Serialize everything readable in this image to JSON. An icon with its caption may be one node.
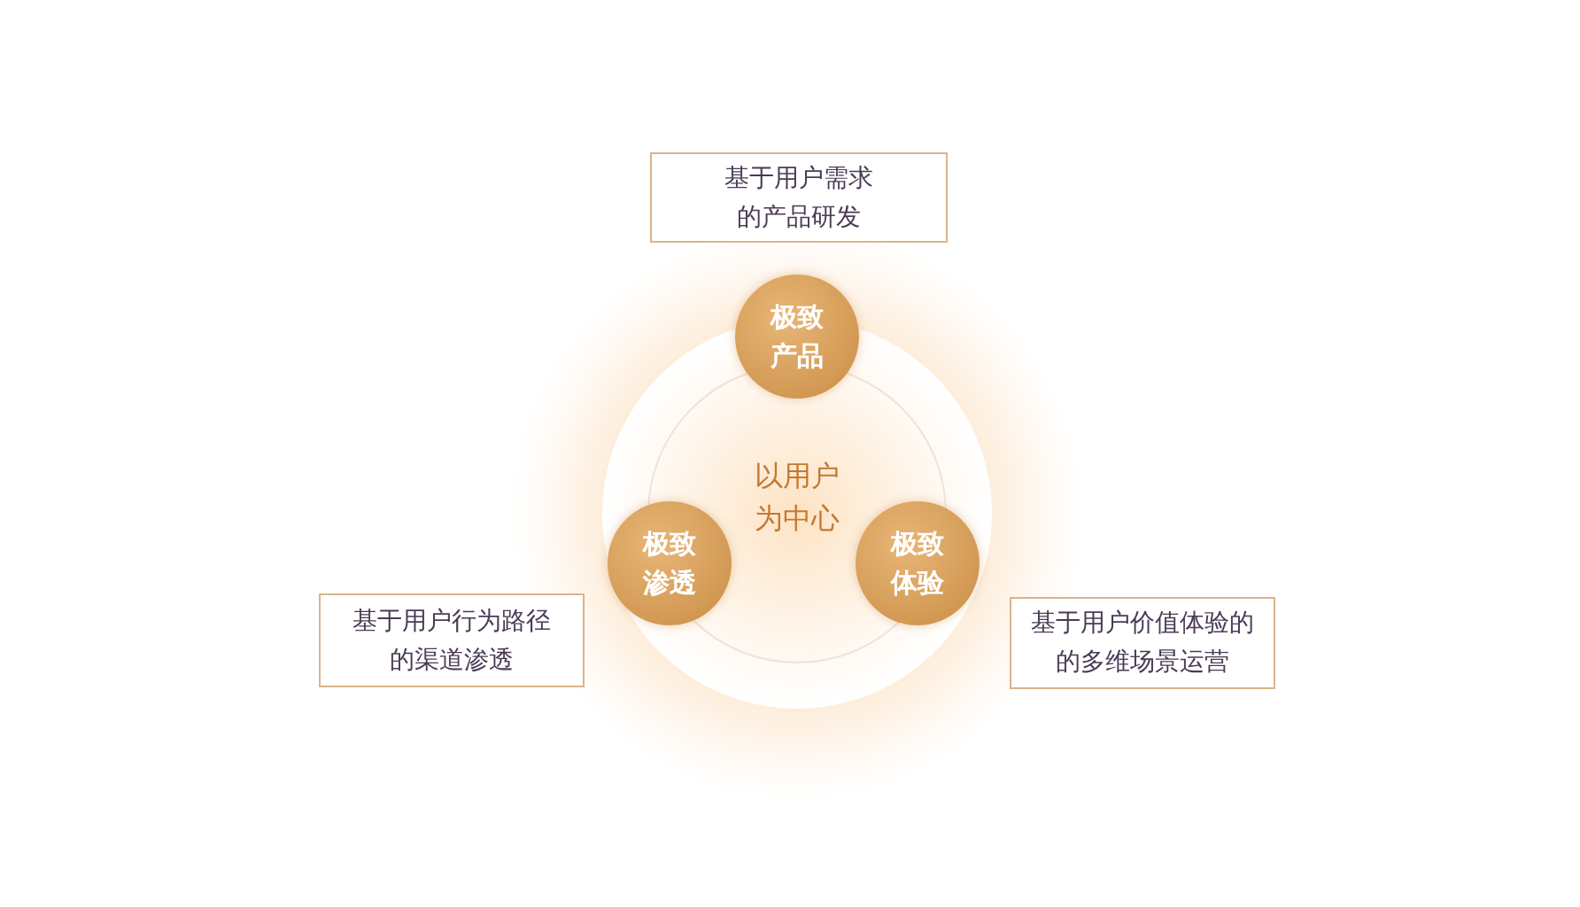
{
  "diagram": {
    "nodes": [
      {
        "text": [
          "基于用户需求的产品研发"
        ]
      },
      {
        "text": [
          "极致产品"
        ]
      },
      {
        "text": [
          "以用户为中心"
        ]
      },
      {
        "text": [
          "极致渗透"
        ]
      },
      {
        "text": [
          "极致体验"
        ]
      },
      {
        "text": [
          "基于用户行为路径的渠道渗透"
        ]
      },
      {
        "text": [
          "基于用户价值体验的的多维场景运营"
        ]
      }
    ]
  }
}
